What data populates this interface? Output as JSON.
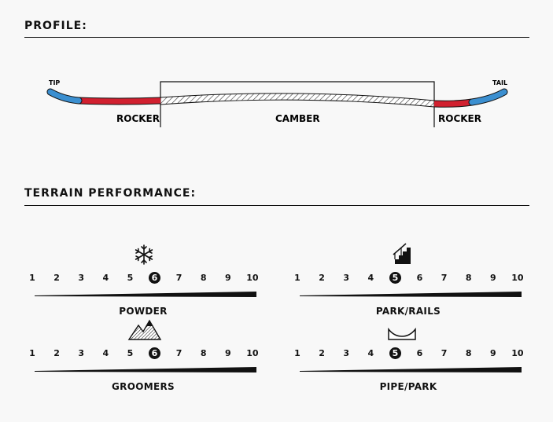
{
  "profile": {
    "title": "PROFILE:",
    "tip_label": "TIP",
    "tail_label": "TAIL",
    "zone_left": "ROCKER",
    "zone_middle": "CAMBER",
    "zone_right": "ROCKER"
  },
  "terrain": {
    "title": "TERRAIN PERFORMANCE:",
    "scale": [
      "1",
      "2",
      "3",
      "4",
      "5",
      "6",
      "7",
      "8",
      "9",
      "10"
    ],
    "ratings": [
      {
        "name": "POWDER",
        "value": 6,
        "icon": "snowflake-icon"
      },
      {
        "name": "PARK/RAILS",
        "value": 5,
        "icon": "stair-rail-icon"
      },
      {
        "name": "GROOMERS",
        "value": 6,
        "icon": "mountain-icon"
      },
      {
        "name": "PIPE/PARK",
        "value": 5,
        "icon": "halfpipe-icon"
      }
    ]
  },
  "colors": {
    "rocker": "#d1202f",
    "tip": "#3b8fd0",
    "ink": "#111111"
  }
}
